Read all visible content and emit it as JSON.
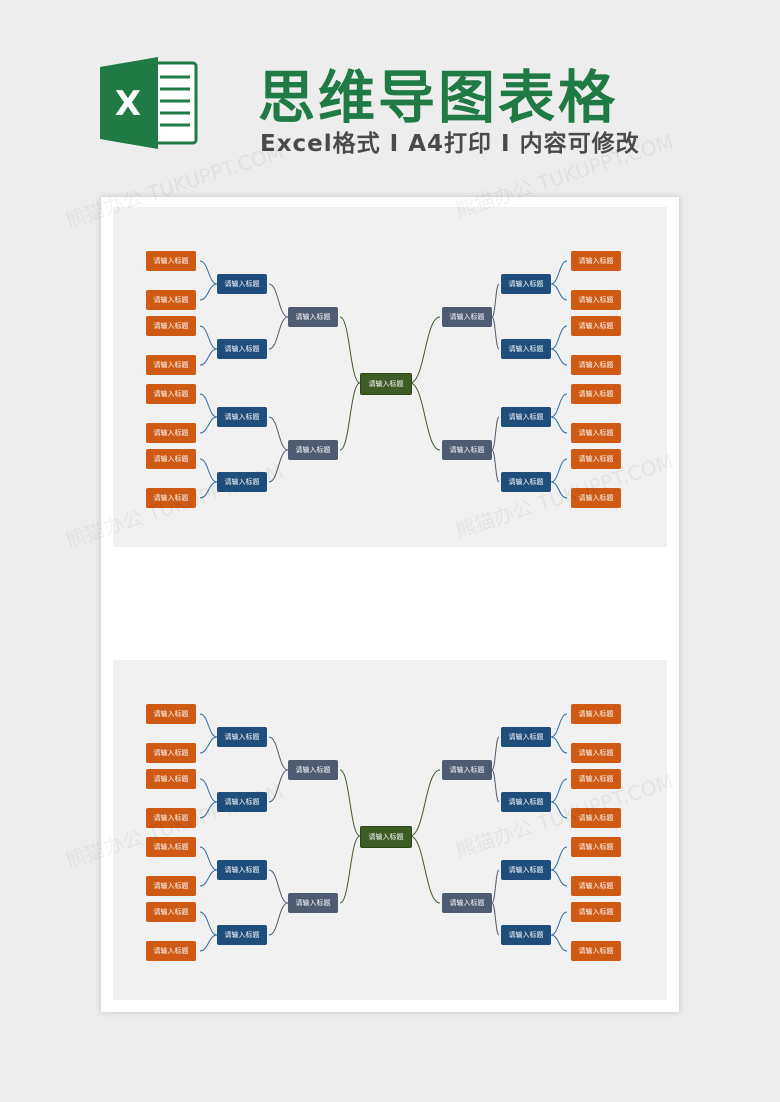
{
  "header": {
    "title": "思维导图表格",
    "subtitle": "Excel格式 I A4打印 I 内容可修改",
    "logo_letter": "X"
  },
  "colors": {
    "brand_green": "#1f7a45",
    "center_node": "#3f5b26",
    "level1_node": "#4f5b70",
    "level2_node": "#1f4e7d",
    "leaf_node": "#cf5a14"
  },
  "mindmaps": [
    {
      "center": "请输入标题",
      "branches": [
        {
          "side": "left",
          "label": "请输入标题",
          "children": [
            {
              "label": "请输入标题",
              "leaves": [
                "请输入标题",
                "请输入标题"
              ]
            },
            {
              "label": "请输入标题",
              "leaves": [
                "请输入标题",
                "请输入标题"
              ]
            }
          ]
        },
        {
          "side": "left",
          "label": "请输入标题",
          "children": [
            {
              "label": "请输入标题",
              "leaves": [
                "请输入标题",
                "请输入标题"
              ]
            },
            {
              "label": "请输入标题",
              "leaves": [
                "请输入标题",
                "请输入标题"
              ]
            }
          ]
        },
        {
          "side": "right",
          "label": "请输入标题",
          "children": [
            {
              "label": "请输入标题",
              "leaves": [
                "请输入标题",
                "请输入标题"
              ]
            },
            {
              "label": "请输入标题",
              "leaves": [
                "请输入标题",
                "请输入标题"
              ]
            }
          ]
        },
        {
          "side": "right",
          "label": "请输入标题",
          "children": [
            {
              "label": "请输入标题",
              "leaves": [
                "请输入标题",
                "请输入标题"
              ]
            },
            {
              "label": "请输入标题",
              "leaves": [
                "请输入标题",
                "请输入标题"
              ]
            }
          ]
        }
      ]
    },
    {
      "center": "请输入标题",
      "branches": [
        {
          "side": "left",
          "label": "请输入标题",
          "children": [
            {
              "label": "请输入标题",
              "leaves": [
                "请输入标题",
                "请输入标题"
              ]
            },
            {
              "label": "请输入标题",
              "leaves": [
                "请输入标题",
                "请输入标题"
              ]
            }
          ]
        },
        {
          "side": "left",
          "label": "请输入标题",
          "children": [
            {
              "label": "请输入标题",
              "leaves": [
                "请输入标题",
                "请输入标题"
              ]
            },
            {
              "label": "请输入标题",
              "leaves": [
                "请输入标题",
                "请输入标题"
              ]
            }
          ]
        },
        {
          "side": "right",
          "label": "请输入标题",
          "children": [
            {
              "label": "请输入标题",
              "leaves": [
                "请输入标题",
                "请输入标题"
              ]
            },
            {
              "label": "请输入标题",
              "leaves": [
                "请输入标题",
                "请输入标题"
              ]
            }
          ]
        },
        {
          "side": "right",
          "label": "请输入标题",
          "children": [
            {
              "label": "请输入标题",
              "leaves": [
                "请输入标题",
                "请输入标题"
              ]
            },
            {
              "label": "请输入标题",
              "leaves": [
                "请输入标题",
                "请输入标题"
              ]
            }
          ]
        }
      ]
    }
  ]
}
